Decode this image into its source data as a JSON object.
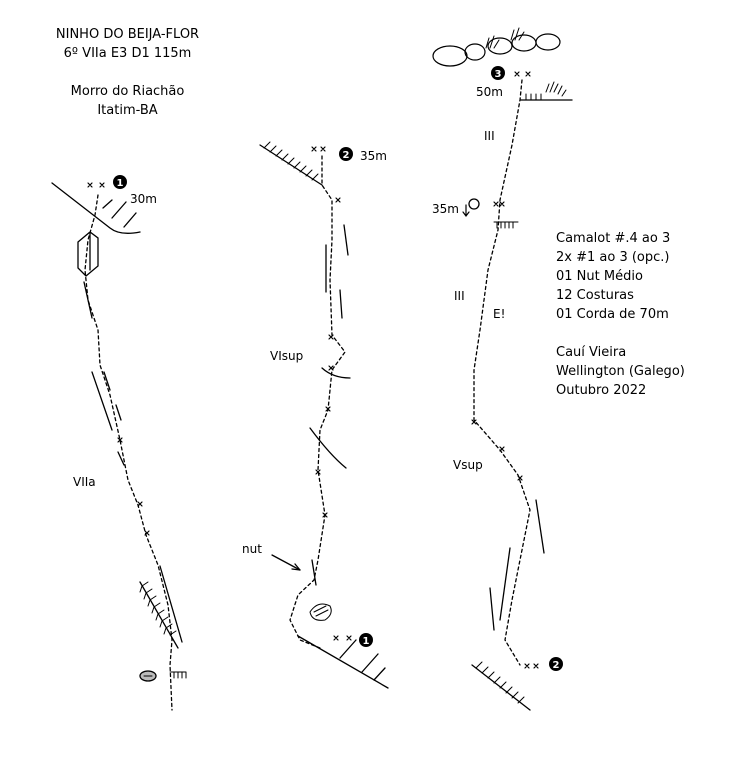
{
  "header": {
    "route_name": "NINHO DO BEIJA-FLOR",
    "grade": "6º VIIa E3 D1 115m",
    "place": "Morro do Riachão",
    "city": "Itatim-BA"
  },
  "gear": [
    "Camalot #.4 ao 3",
    "2x #1 ao 3 (opc.)",
    "01 Nut Médio",
    "12 Costuras",
    "01 Corda de 70m"
  ],
  "authors": [
    "Cauí Vieira",
    "Wellington (Galego)",
    "Outubro 2022"
  ],
  "pitch1": {
    "anchor_number": "1",
    "length": "30m",
    "grade": "VIIa"
  },
  "pitch2": {
    "anchor_number": "2",
    "length": "35m",
    "grade_upper": "VIsup",
    "nut_label": "nut",
    "start_anchor_number": "1"
  },
  "pitch3": {
    "anchor_number": "3",
    "length": "50m",
    "rap_length": "35m",
    "grade_upper": "III",
    "grade_mid": "III",
    "warning": "E!",
    "grade_lower": "Vsup",
    "start_anchor_number": "2"
  }
}
